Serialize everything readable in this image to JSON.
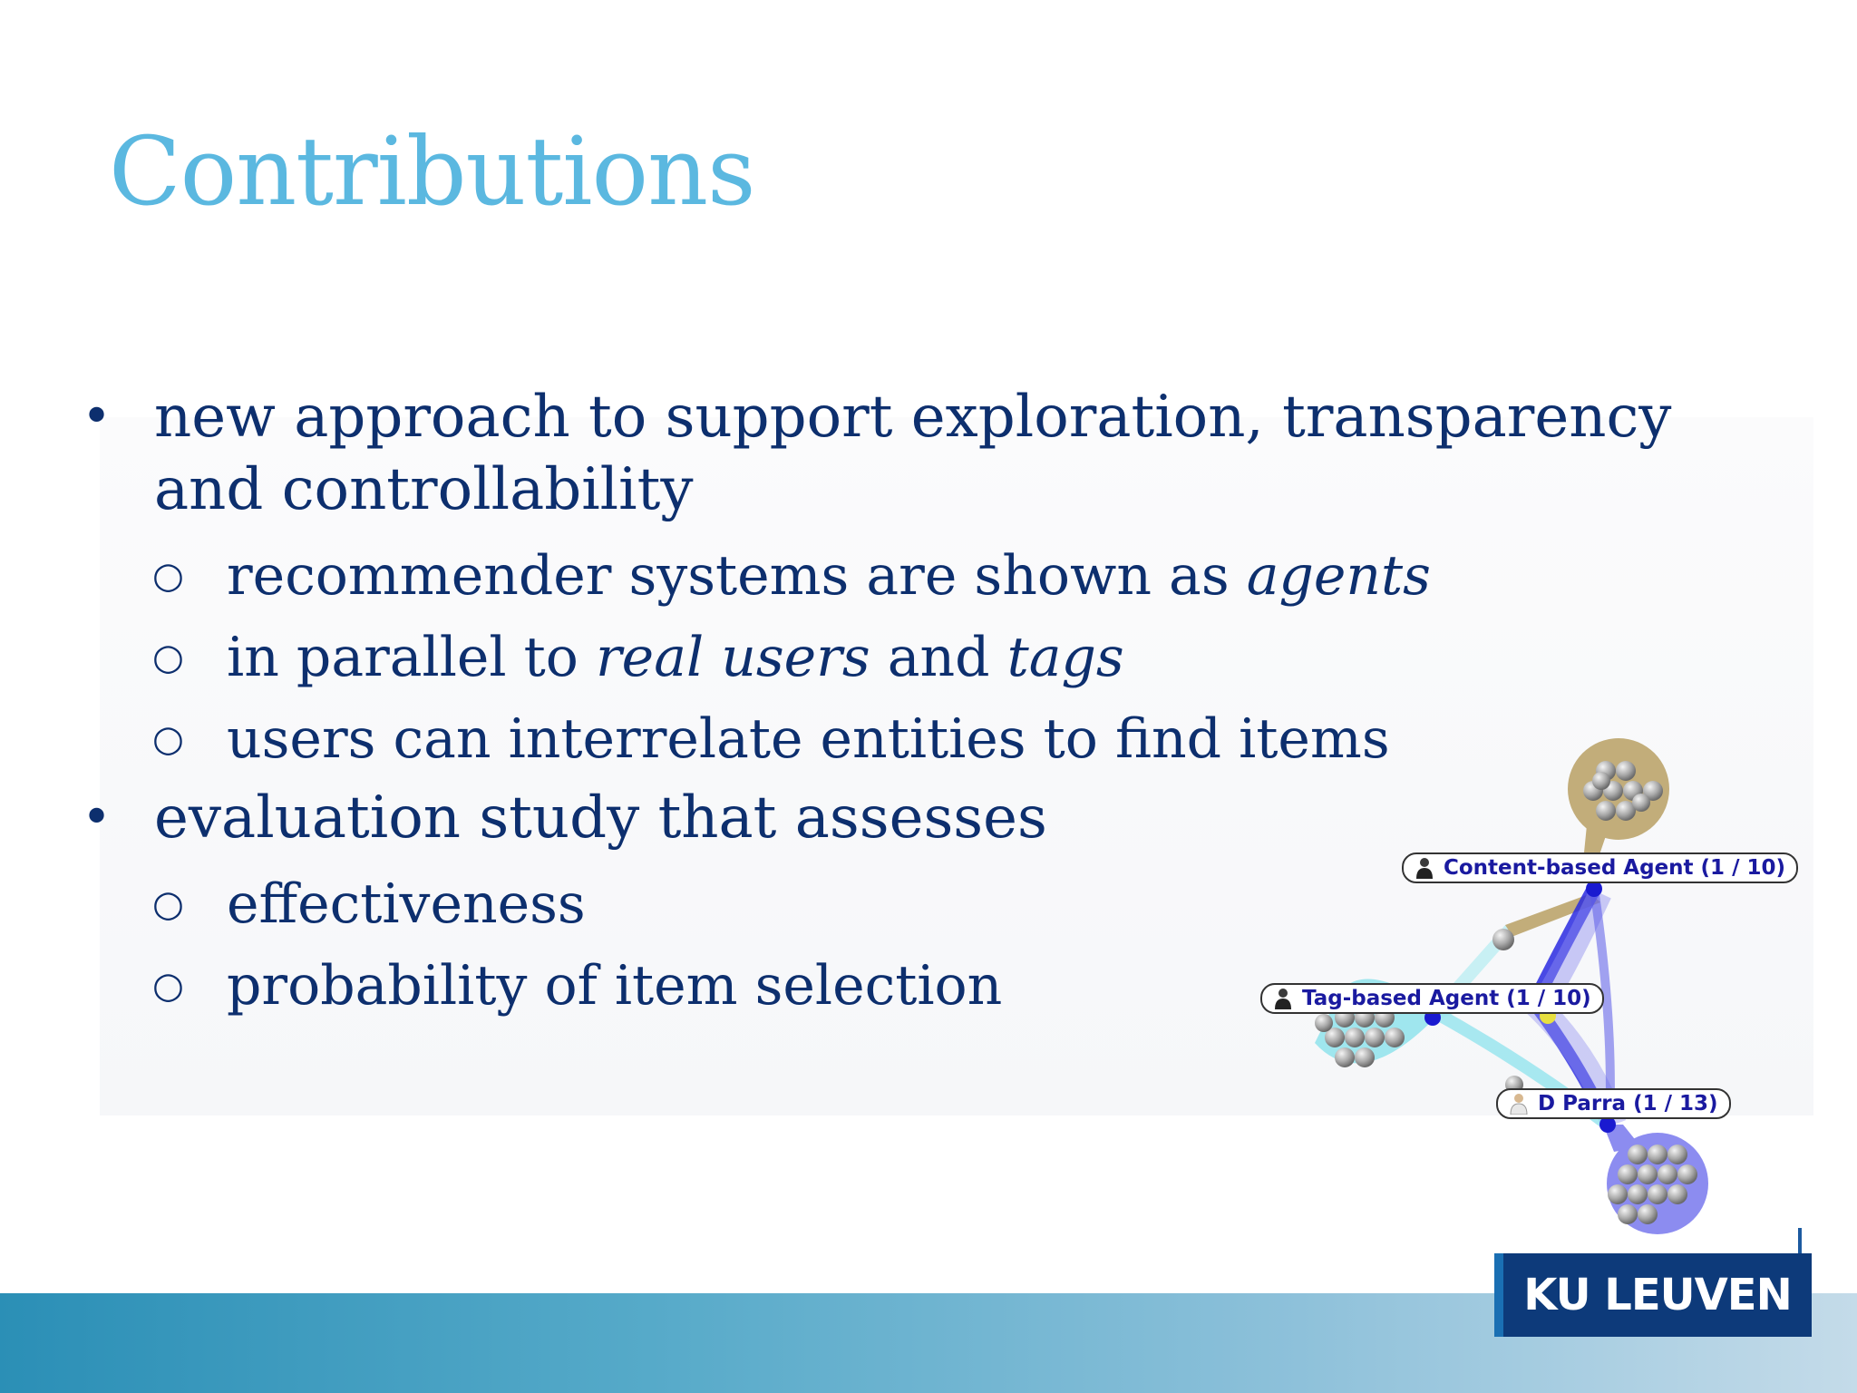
{
  "slide": {
    "title": "Contributions",
    "bullets": [
      {
        "text": "new approach to support exploration, transparency and controllability",
        "sub": [
          {
            "parts": [
              {
                "t": "recommender systems are shown as ",
                "i": false
              },
              {
                "t": "agents",
                "i": true
              }
            ]
          },
          {
            "parts": [
              {
                "t": "in parallel to ",
                "i": false
              },
              {
                "t": "real users",
                "i": true
              },
              {
                "t": " and ",
                "i": false
              },
              {
                "t": "tags",
                "i": true
              }
            ]
          },
          {
            "parts": [
              {
                "t": "users can interrelate entities to find items",
                "i": false
              }
            ]
          }
        ]
      },
      {
        "text": "evaluation study that assesses",
        "sub": [
          {
            "parts": [
              {
                "t": "effectiveness",
                "i": false
              }
            ]
          },
          {
            "parts": [
              {
                "t": "probability of item selection",
                "i": false
              }
            ]
          }
        ]
      }
    ],
    "bullet_symbol": "•",
    "sub_bullet_symbol": "○"
  },
  "graph": {
    "labels": {
      "content_agent": "Content-based Agent (1 / 10)",
      "tag_agent": "Tag-based Agent (1 / 10)",
      "user": "D Parra (1 / 13)"
    },
    "colors": {
      "content_cluster": "#c2ad7a",
      "tag_cluster": "#9fe6ee",
      "user_cluster": "#8c8cf0",
      "edge_blue": "#2a2ae0",
      "node_blue": "#1a1ad0",
      "node_yellow": "#e8e040"
    },
    "icons": [
      "person-icon"
    ]
  },
  "logo": {
    "text": "KU LEUVEN"
  },
  "colors": {
    "title": "#5bb8e0",
    "body_text": "#0d2f6e",
    "band_start": "#2b8fb6",
    "band_end": "#c4dbe9",
    "logo_bg": "#0d3a7a"
  }
}
